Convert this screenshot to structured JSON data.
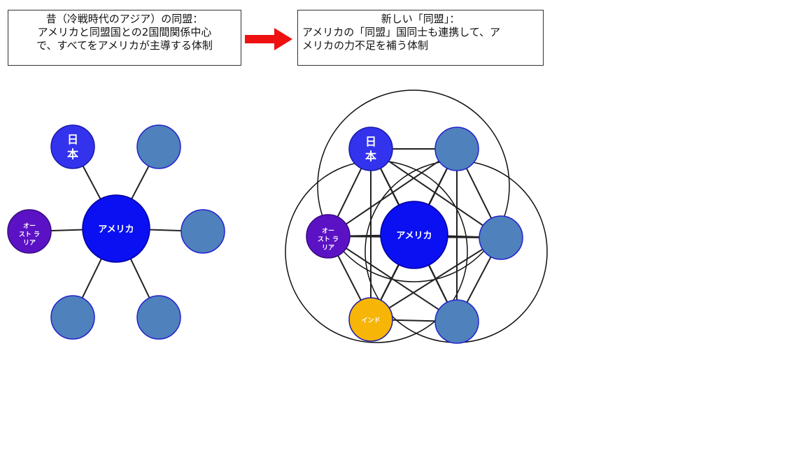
{
  "old_caption": {
    "title": "昔（冷戦時代のアジア）の同盟：",
    "line1": "アメリカと同盟国との2国間関係中心",
    "line2": "で、すべてをアメリカが主導する体制"
  },
  "new_caption": {
    "title": "新しい「同盟」：",
    "line1": "アメリカの「同盟」国同士も連携して、ア",
    "line2": "メリカの力不足を補う体制"
  },
  "left_diagram": {
    "center": "アメリカ",
    "japan": [
      "日",
      "本"
    ],
    "australia": [
      "オー",
      "スト ラ",
      "リア"
    ]
  },
  "right_diagram": {
    "center": "アメリカ",
    "japan": [
      "日",
      "本"
    ],
    "australia": [
      "オー",
      "スト ラ",
      "リア"
    ],
    "india": "インド"
  },
  "colors": {
    "usa": "#0a10f2",
    "japan": "#3333ee",
    "australia": "#5b12c4",
    "india": "#f7b508",
    "ally": "#4f81bd",
    "arrow": "#ee1111"
  }
}
